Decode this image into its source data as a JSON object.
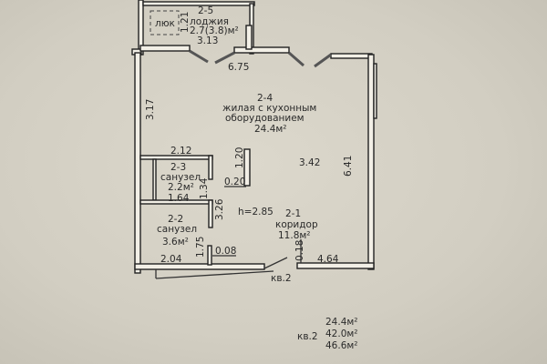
{
  "rooms": {
    "loggia": {
      "id": "2-5",
      "name": "лоджия",
      "area": "2.7(3.8)м²",
      "dim": "3.13",
      "dim_side": "1.21",
      "hatch": "люк"
    },
    "living": {
      "id": "2-4",
      "name_line1": "жилая с кухонным",
      "name_line2": "оборудованием",
      "area": "24.4м²"
    },
    "bath1": {
      "id": "2-3",
      "name": "санузел",
      "area": "2.2м²"
    },
    "bath2": {
      "id": "2-2",
      "name": "санузел",
      "area": "3.6м²"
    },
    "corridor": {
      "id": "2-1",
      "name": "коридор",
      "area": "11.8м²"
    }
  },
  "dimensions": {
    "top": "6.75",
    "left": "3.17",
    "right": "6.41",
    "mid": "3.42",
    "bath1_top": "2.12",
    "bath1_bottom": "1.64",
    "bath1_side": "1.34",
    "column_h": "1.20",
    "column_w": "0.20",
    "wall_mid": "3.26",
    "bath2_side": "1.75",
    "bath2_bottom": "2.04",
    "gap": "0.08",
    "door_side": "0.18",
    "bottom_right": "4.64"
  },
  "ceiling_height": "h=2.85",
  "apartment_label": "кв.2",
  "summary": {
    "label": "кв.2",
    "living_area": "24.4м²",
    "area": "42.0м²",
    "total_area": "46.6м²"
  }
}
